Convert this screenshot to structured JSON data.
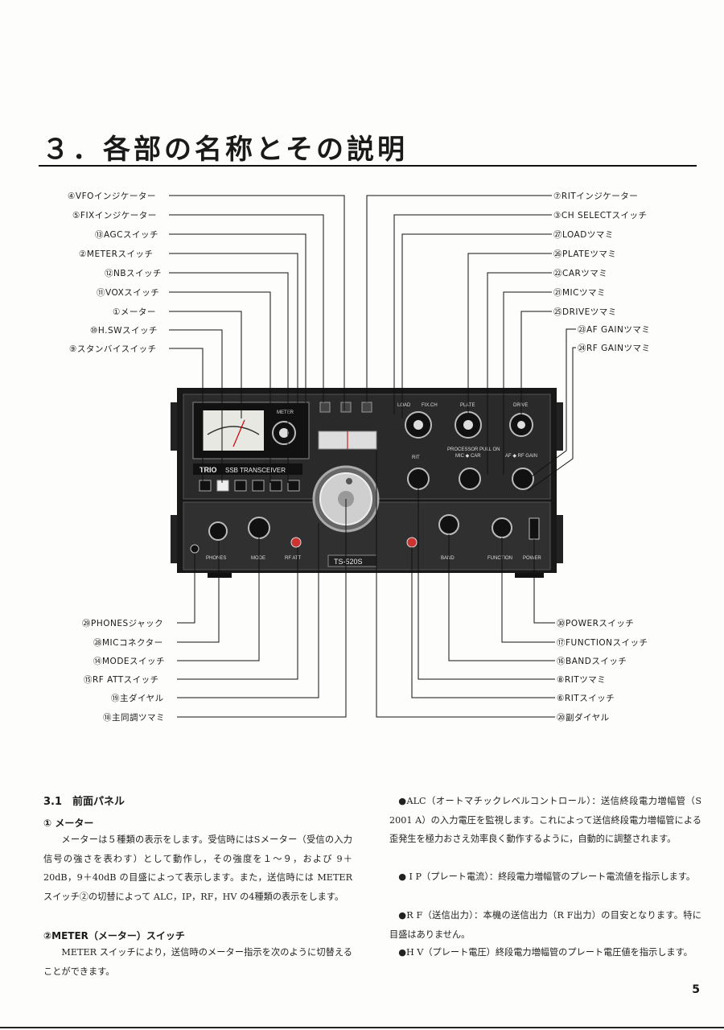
{
  "page": {
    "title": "３．各部の名称とその説明",
    "page_number": "5"
  },
  "diagram": {
    "left_labels": [
      "④VFOインジケーター",
      "⑤FIXインジケーター",
      "⑬AGCスイッチ",
      "②METERスイッチ",
      "⑫NBスイッチ",
      "⑪VOXスイッチ",
      "①メーター",
      "⑩H.SWスイッチ",
      "⑨スタンバイスイッチ"
    ],
    "right_labels": [
      "⑦RITインジケーター",
      "③CH SELECTスイッチ",
      "㉗LOADツマミ",
      "㉖PLATEツマミ",
      "㉒CARツマミ",
      "㉑MICツマミ",
      "㉕DRIVEツマミ",
      "㉓AF GAINツマミ",
      "㉔RF GAINツマミ"
    ],
    "bottom_left_labels": [
      "㉙PHONESジャック",
      "㉘MICコネクター",
      "⑭MODEスイッチ",
      "⑮RF ATTスイッチ",
      "⑲主ダイヤル",
      "⑱主同調ツマミ"
    ],
    "bottom_right_labels": [
      "㉚POWERスイッチ",
      "⑰FUNCTIONスイッチ",
      "⑯BANDスイッチ",
      "⑧RITツマミ",
      "⑥RITスイッチ",
      "⑳副ダイヤル"
    ],
    "radio": {
      "brand": "TRIO",
      "model_text": "SSB TRANSCEIVER",
      "model_number": "TS-520S",
      "panel_labels": {
        "meter": "METER",
        "load": "LOAD",
        "fix_ch": "FIX.CH",
        "plate": "PLATE",
        "drive": "DRIVE",
        "rit": "RIT",
        "processor": "PROCESSOR PULL ON",
        "mic_car": "MIC ◆ CAR",
        "af_rf": "AF ◆ RF GAIN",
        "phones": "PHONES",
        "mode": "MODE",
        "rf_att": "RF ATT",
        "band": "BAND",
        "function": "FUNCTION",
        "power": "POWER"
      }
    }
  },
  "section": {
    "heading": "3.1　前面パネル",
    "left_column": [
      {
        "type": "sub",
        "text": "① メーター"
      },
      {
        "type": "para",
        "text": "メーターは５種類の表示をします。受信時にはSメーター（受信の入力信号の強さを表わす）として動作し，その強度を１〜９，および 9＋20dB，9＋40dB の目盛によって表示します。また，送信時には METER スイッチ②の切替によって ALC，IP，RF，HV の4種類の表示をします。"
      },
      {
        "type": "sub",
        "text": "②METER（メーター）スイッチ"
      },
      {
        "type": "para",
        "text": "METER スイッチにより，送信時のメーター指示を次のように切替えることができます。"
      }
    ],
    "right_column": [
      {
        "type": "para",
        "text": "●ALC（オートマチックレベルコントロール）：送信終段電力増幅管（S 2001 A）の入力電圧を監視します。これによって送信終段電力増幅管による歪発生を極力おさえ効率良く動作するように，自動的に調整されます。"
      },
      {
        "type": "para",
        "text": "● I P（プレート電流）：終段電力増幅管のプレート電流値を指示します。"
      },
      {
        "type": "para",
        "text": "●R F（送信出力）：本機の送信出力（R F出力）の目安となります。特に目盛はありません。"
      },
      {
        "type": "para",
        "text": "●H V（プレート電圧）終段電力増幅管のプレート電圧値を指示します。"
      }
    ]
  }
}
